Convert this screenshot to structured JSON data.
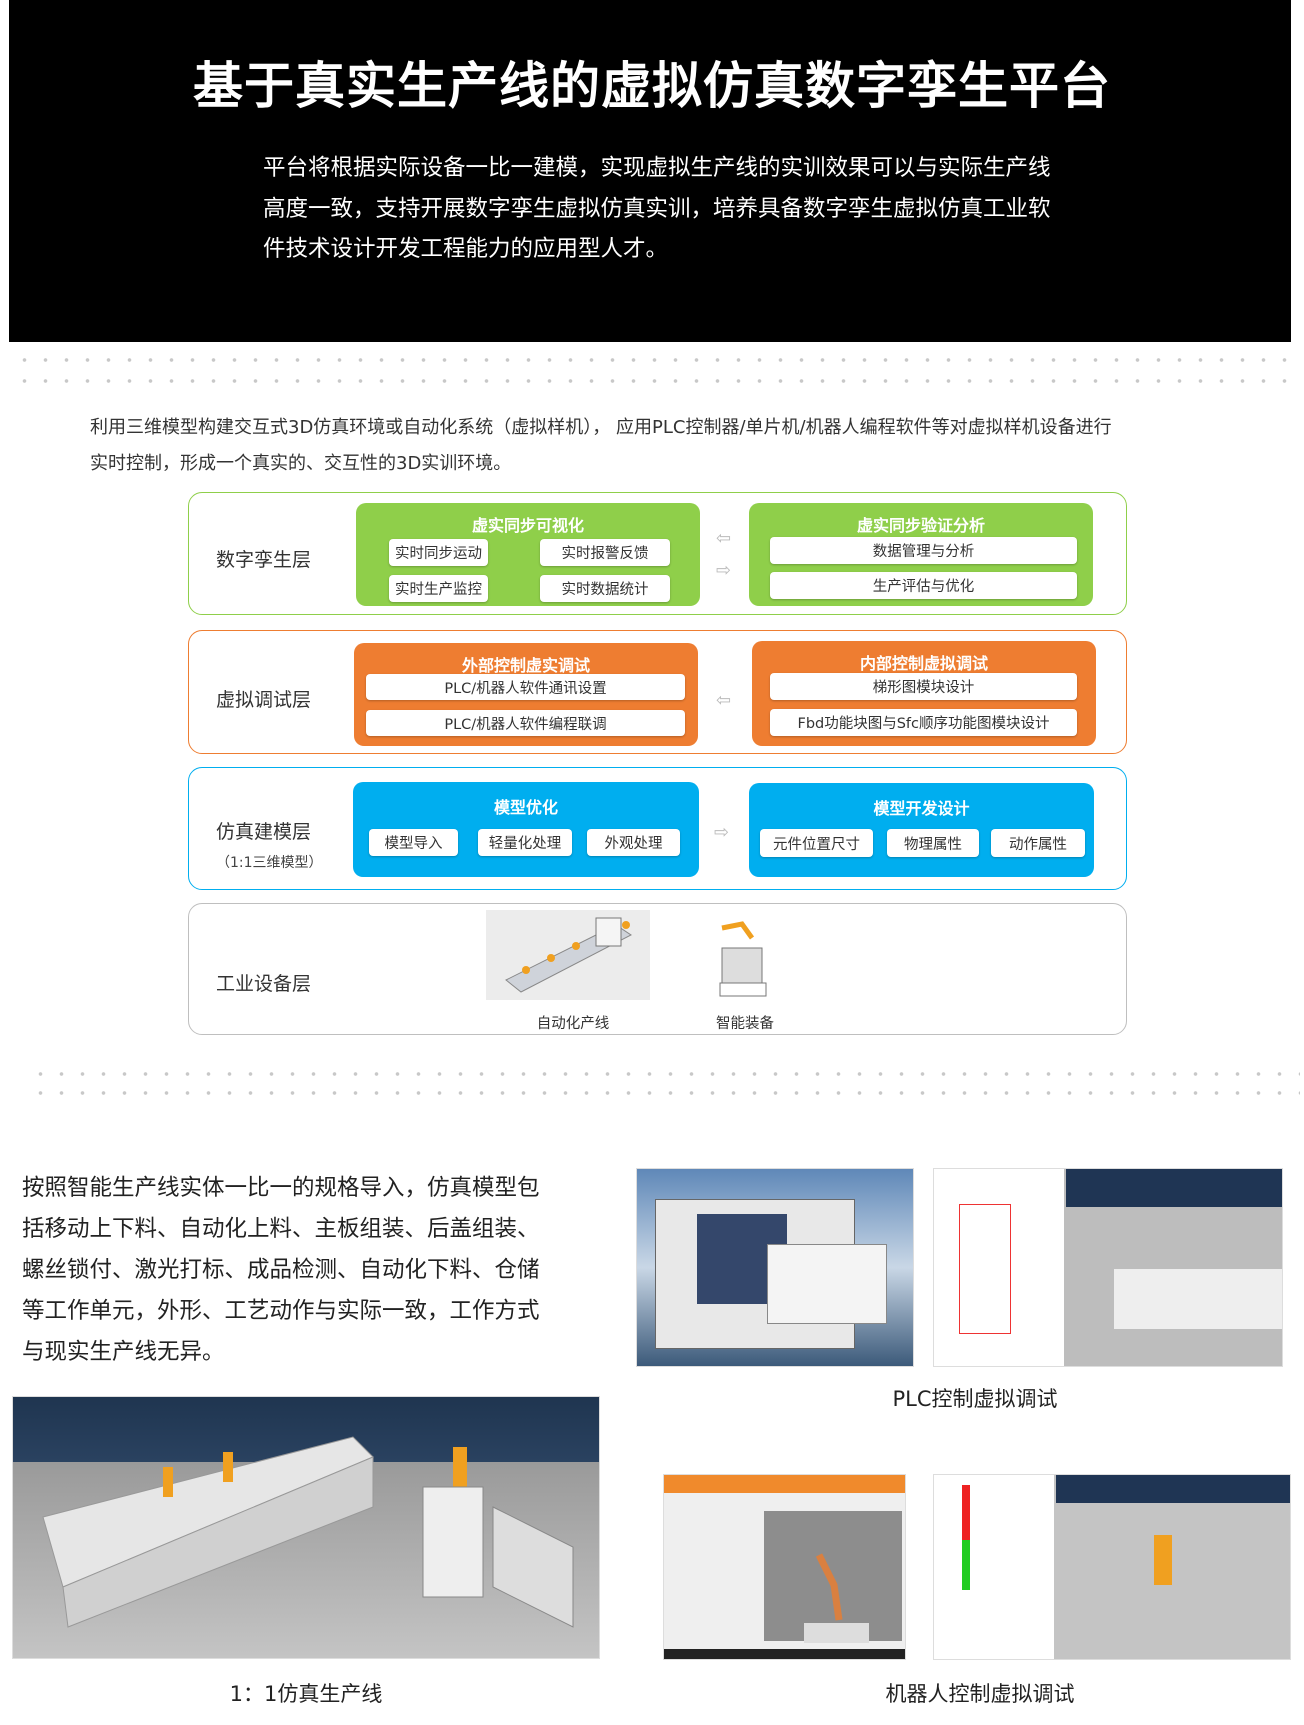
{
  "header": {
    "title": "基于真实生产线的虚拟仿真数字孪生平台",
    "lines": [
      "平台将根据实际设备一比一建模，实现虚拟生产线的实训效果可以与实际生产线",
      "高度一致，支持开展数字孪生虚拟仿真实训，培养具备数字孪生虚拟仿真工业软",
      "件技术设计开发工程能力的应用型人才。"
    ]
  },
  "intro": [
    "利用三维模型构建交互式3D仿真环境或自动化系统（虚拟样机）， 应用PLC控制器/单片机/机器人编程软件等对虚拟样机设备进行",
    "实时控制，形成一个真实的、交互性的3D实训环境。"
  ],
  "colors": {
    "green": "#8fcf4a",
    "orange": "#ee7d31",
    "blue": "#00aeef",
    "gray": "#bfbfbf"
  },
  "layers": {
    "twin": {
      "label": "数字孪生层",
      "left": {
        "title": "虚实同步可视化",
        "items": [
          "实时同步运动",
          "实时报警反馈",
          "实时生产监控",
          "实时数据统计"
        ]
      },
      "right": {
        "title": "虚实同步验证分析",
        "items": [
          "数据管理与分析",
          "生产评估与优化"
        ]
      },
      "arrows": [
        "⇦",
        "⇨"
      ]
    },
    "debug": {
      "label": "虚拟调试层",
      "left": {
        "title": "外部控制虚实调试",
        "items": [
          "PLC/机器人软件通讯设置",
          "PLC/机器人软件编程联调"
        ]
      },
      "right": {
        "title": "内部控制虚拟调试",
        "items": [
          "梯形图模块设计",
          "Fbd功能块图与Sfc顺序功能图模块设计"
        ]
      },
      "arrow": "⇦"
    },
    "model": {
      "label": "仿真建模层",
      "sublabel": "（1:1三维模型）",
      "left": {
        "title": "模型优化",
        "items": [
          "模型导入",
          "轻量化处理",
          "外观处理"
        ]
      },
      "right": {
        "title": "模型开发设计",
        "items": [
          "元件位置尺寸",
          "物理属性",
          "动作属性"
        ]
      },
      "arrow": "⇨"
    },
    "equip": {
      "label": "工业设备层",
      "items": [
        "自动化产线",
        "智能装备"
      ]
    }
  },
  "body_text": [
    "按照智能生产线实体一比一的规格导入，仿真模型包",
    "括移动上下料、自动化上料、主板组装、后盖组装、",
    "螺丝锁付、激光打标、成品检测、自动化下料、仓储",
    "等工作单元，外形、工艺动作与实际一致，工作方式",
    "与现实生产线无异。"
  ],
  "captions": {
    "line": "1：1仿真生产线",
    "plc": "PLC控制虚拟调试",
    "robot": "机器人控制虚拟调试"
  }
}
